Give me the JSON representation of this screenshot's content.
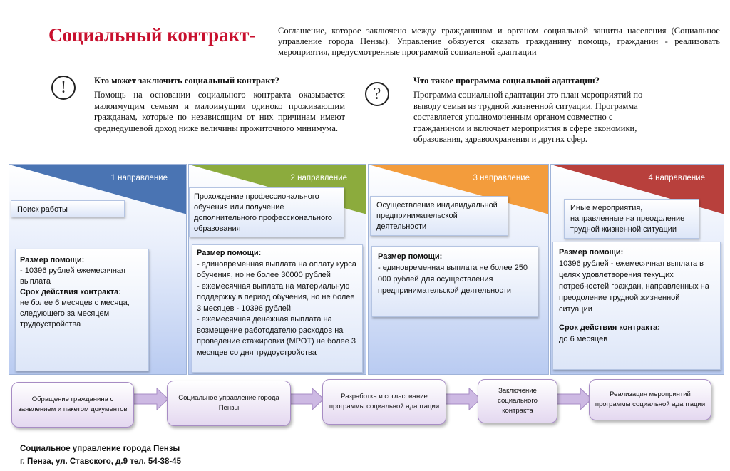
{
  "header": {
    "title": "Социальный контракт-",
    "definition": "Соглашение, которое заключено между гражданином и органом  социальной защиты населения (Социальное управление города Пензы). Управление обязуется оказать гражданину помощь,  гражданин - реализовать мероприятия, предусмотренные программой социальной адаптации"
  },
  "who": {
    "icon": "exclamation-icon",
    "icon_glyph": "!",
    "title": "Кто может заключить социальный контракт?",
    "text": "Помощь на основании социального контракта оказывается малоимущим семьям и малоимущим одиноко проживающим гражданам, которые по независящим от них причинам имеют среднедушевой доход ниже величины прожиточного минимума."
  },
  "what": {
    "icon": "question-icon",
    "icon_glyph": "?",
    "title": "Что такое программа социальной адаптации?",
    "text": "Программа социальной адаптации это план мероприятий по выводу семьи из трудной жизненной ситуации. Программа составляется уполномоченным органом совместно с гражданином и включает  мероприятия в сфере экономики, образования, здравоохранения и других сфер."
  },
  "directions": [
    {
      "label": "1 направление",
      "color": "#4a74b3",
      "title": "Поиск работы",
      "details": [
        {
          "text": "Размер помощи:",
          "bold": true
        },
        {
          "text": "- 10396 рублей ежемесячная выплата",
          "bold": false
        },
        {
          "text": "Срок действия контракта:",
          "bold": true
        },
        {
          "text": "не более 6 месяцев с месяца, следующего за месяцем трудоустройства",
          "bold": false
        }
      ]
    },
    {
      "label": "2 направление",
      "color": "#8cab3d",
      "title": "Прохождение профессионального обучения или получение дополнительного профессионального образования",
      "details": [
        {
          "text": "Размер помощи:",
          "bold": true
        },
        {
          "text": " - единовременная выплата на оплату курса обучения, но не более  30000 рублей",
          "bold": false
        },
        {
          "text": "- ежемесячная выплата на материальную поддержку в период обучения, но не более 3 месяцев - 10396  рублей",
          "bold": false
        },
        {
          "text": "- ежемесячная денежная выплата на возмещение работодателю расходов на проведение стажировки (МРОТ)  не более 3 месяцев со дня трудоустройства",
          "bold": false
        }
      ]
    },
    {
      "label": "3 направление",
      "color": "#f39c3c",
      "title": "Осуществление индивидуальной предпринимательской деятельности",
      "details": [
        {
          "text": "Размер помощи:",
          "bold": true
        },
        {
          "text": "- единовременная выплата  не более 250 000 рублей для осуществления предпринимательской деятельности",
          "bold": false
        }
      ]
    },
    {
      "label": "4 направление",
      "color": "#b8403c",
      "title": "Иные мероприятия, направленные на преодоление трудной жизненной ситуации",
      "details": [
        {
          "text": "Размер помощи:",
          "bold": true
        },
        {
          "text": "10396 рублей - ежемесячная выплата в целях удовлетворения текущих потребностей  граждан, направленных на преодоление трудной жизненной ситуации",
          "bold": false
        },
        {
          "text": "Срок действия контракта:",
          "bold": true
        },
        {
          "text": "до 6 месяцев",
          "bold": false
        }
      ]
    }
  ],
  "process": [
    "Обращение гражданина с заявлением и пакетом документов",
    "Социальное управление города Пензы",
    "Разработка и согласование программы социальной адаптации",
    "Заключение социального контракта",
    "Реализация мероприятий программы социальной адаптации"
  ],
  "footer": {
    "org": "Социальное управление города Пензы",
    "address": "г. Пенза, ул. Ставского, д.9 тел.  54-38-45"
  }
}
